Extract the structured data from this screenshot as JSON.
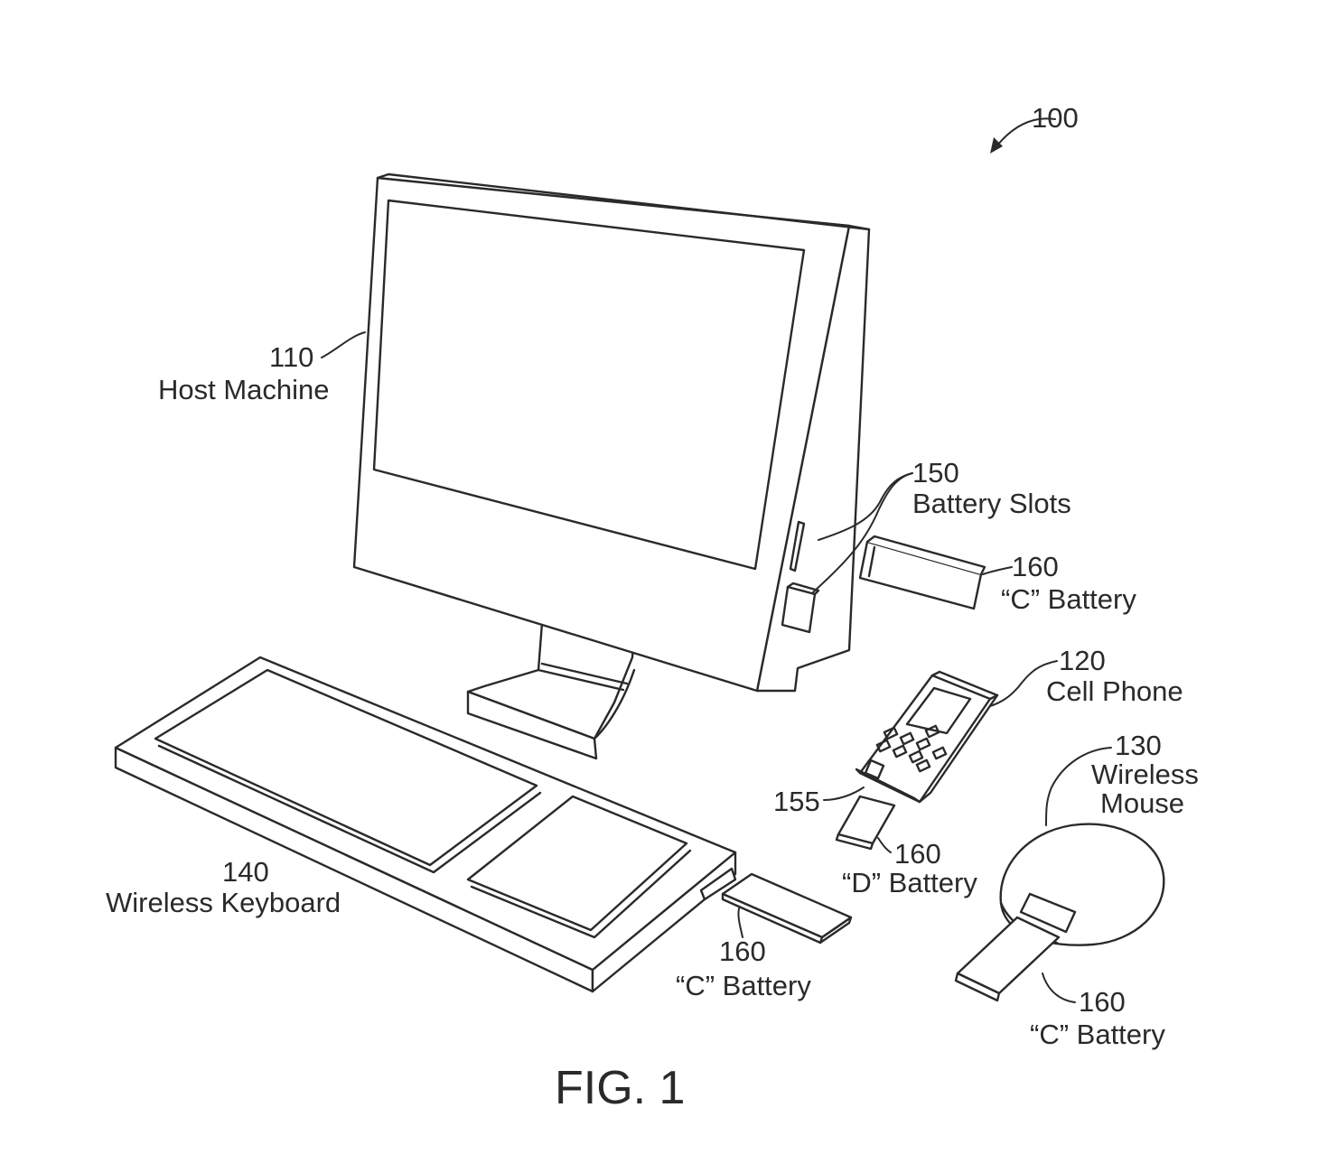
{
  "figure": {
    "ref_system": "100",
    "caption": "FIG. 1"
  },
  "labels": {
    "host_number": "110",
    "host_name": "Host Machine",
    "slots_number": "150",
    "slots_name": "Battery Slots",
    "c_battery_host_number": "160",
    "c_battery_host_name": "“C” Battery",
    "phone_number": "120",
    "phone_name": "Cell Phone",
    "phone_port_number": "155",
    "mouse_number": "130",
    "mouse_name_line1": "Wireless",
    "mouse_name_line2": "Mouse",
    "d_battery_number": "160",
    "d_battery_name": "“D” Battery",
    "keyboard_number": "140",
    "keyboard_name": "Wireless Keyboard",
    "c_battery_kb_number": "160",
    "c_battery_kb_name": "“C” Battery",
    "c_battery_mouse_number": "160",
    "c_battery_mouse_name": "“C” Battery"
  }
}
